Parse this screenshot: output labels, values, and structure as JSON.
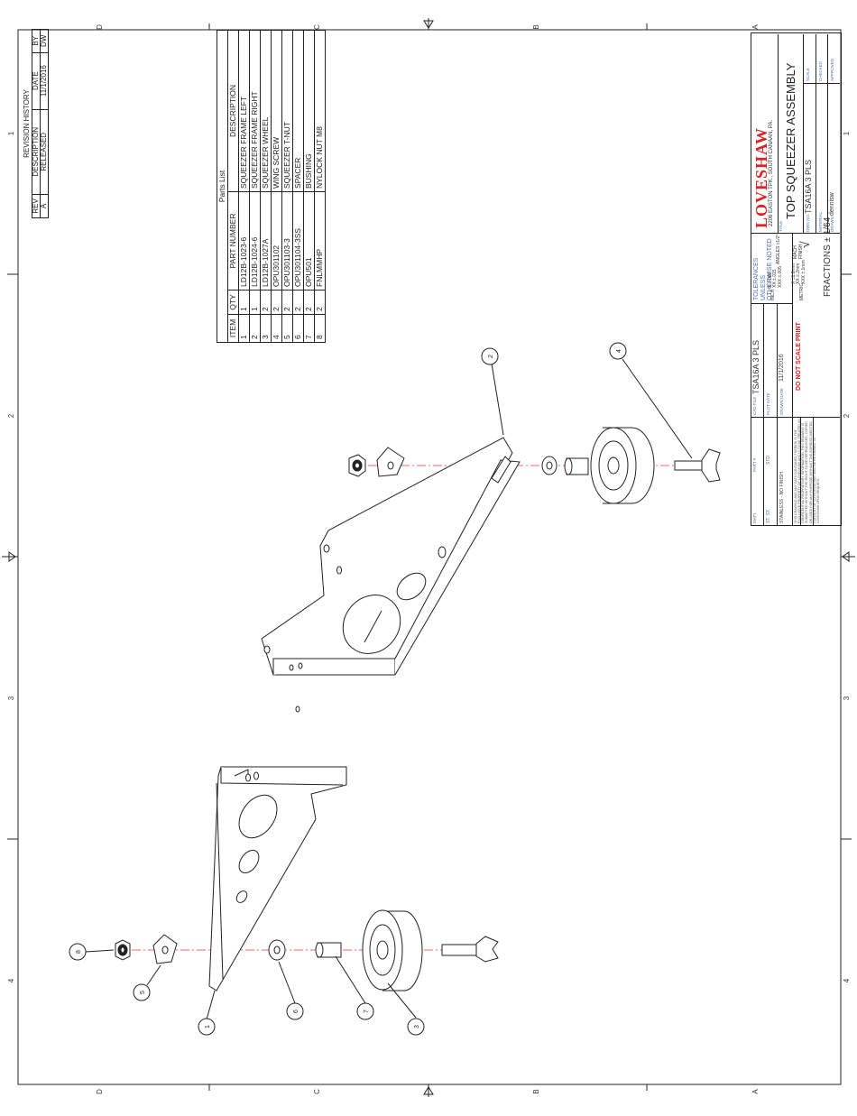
{
  "frame": {
    "zone_letters": [
      "D",
      "C",
      "B",
      "A"
    ],
    "zone_numbers": [
      "1",
      "2",
      "3",
      "4"
    ]
  },
  "revision_history": {
    "title": "REVISION HISTORY",
    "headers": [
      "REV",
      "DESCRIPTION",
      "DATE",
      "BY"
    ],
    "rows": [
      [
        "A",
        "RELEASED",
        "11/1/2016",
        "DW"
      ]
    ]
  },
  "parts_list": {
    "title": "Parts List",
    "headers": [
      "ITEM",
      "QTY",
      "PART NUMBER",
      "DESCRIPTION"
    ],
    "rows": [
      [
        "1",
        "1",
        "LD12B-1023-6",
        "SQUEEZER FRAME LEFT"
      ],
      [
        "2",
        "1",
        "LD12B-1024-6",
        "SQUEEZER FRAME RIGHT"
      ],
      [
        "3",
        "2",
        "LD12B-1027A",
        "SQUEEZER WHEEL"
      ],
      [
        "4",
        "2",
        "OPU301102",
        "WING SCREW"
      ],
      [
        "5",
        "2",
        "OPU301103-3",
        "SQUEEZER T-NUT"
      ],
      [
        "6",
        "2",
        "OPU301104-3SS",
        "SPACER"
      ],
      [
        "7",
        "2",
        "OPU501",
        "BUSHING"
      ],
      [
        "8",
        "2",
        "FNLMMHP",
        "NYLOCK NUT M8"
      ]
    ]
  },
  "title_block": {
    "logo": "LOVESHAW",
    "address": "2206 EASTON TPK., SOUTH CANAAN, PA.",
    "title_label": "TITLE",
    "title": "TOP SQUEEZER ASSEMBLY",
    "dwg_no_label": "DWG NO.",
    "dwg_no": "TSA16A 3 PLS",
    "material_label": "MATERIAL",
    "drawn_label": "DRAWN",
    "drawn_by": "dennisw",
    "scale_label": "SCALE",
    "checked_label": "CHECKED",
    "approved_label": "APPROVED",
    "tolerance_header": "TOLERANCES UNLESS OTHERWISE NOTED",
    "inch_label": "INCH",
    "inch_tolerances": [
      "X ±.060",
      "XX ±.015",
      "XXX ±.005"
    ],
    "angles": "ANGLES ±1/2°",
    "metric_label": "METRIC",
    "metric_tolerances": [
      "X ±1.0mm",
      "XX ±.2mm",
      "XXX ±.1mm"
    ],
    "mach_finish": "MACH FINISH",
    "fractions": "FRACTIONS ± 1/64",
    "matl_label": "MAT'L",
    "matl": "ST. ST.",
    "part_no_label": "PART #",
    "part_no": "STD",
    "cad_file_label": "CAD FILE",
    "cad_file": "TSA16A 3 PLS",
    "plot_date_label": "PLOT DATE",
    "drawn_date_label": "DRAWN DATE",
    "drawn_date": "11/1/2016",
    "finish": "STAINLESS - NO FINISH",
    "do_not_scale": "DO NOT SCALE PRINT",
    "confidential": "THIS DRAWING AND ANY DATA CONTAINED THEREIN IS THE EXCLUSIVE PROPERTY OF LOVESHAW AND IS TO BE TREATED AS CONFIDENTIAL PROPRIETARY INFORMATION. THIS DRAWING IS SUBMITTED WITHOUT THE RIGHT TO BE REPRODUCED, COPIED, OR USED FOR ANY PURPOSE WITHOUT THE EXPRESS WRITTEN CONSENT OF LOVESHAW AND WILL BE RETURNED TO LOVESHAW UPON REQUEST."
  },
  "balloons": [
    "1",
    "2",
    "3",
    "4",
    "5",
    "6",
    "7",
    "8"
  ]
}
